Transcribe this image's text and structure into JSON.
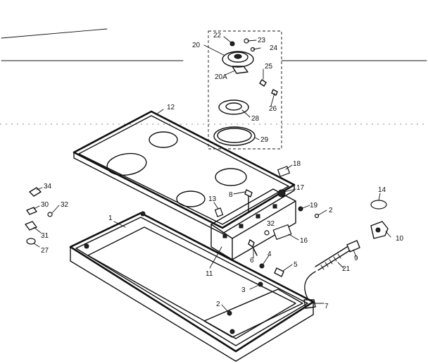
{
  "callouts": [
    {
      "id": "c1",
      "text": "1"
    },
    {
      "id": "c2a",
      "text": "2"
    },
    {
      "id": "c2b",
      "text": "2"
    },
    {
      "id": "c3",
      "text": "3"
    },
    {
      "id": "c4",
      "text": "4"
    },
    {
      "id": "c5",
      "text": "5"
    },
    {
      "id": "c6",
      "text": "6"
    },
    {
      "id": "c7",
      "text": "7"
    },
    {
      "id": "c8",
      "text": "8"
    },
    {
      "id": "c9",
      "text": "9"
    },
    {
      "id": "c10",
      "text": "10"
    },
    {
      "id": "c11",
      "text": "11"
    },
    {
      "id": "c12",
      "text": "12"
    },
    {
      "id": "c13",
      "text": "13"
    },
    {
      "id": "c14",
      "text": "14"
    },
    {
      "id": "c16",
      "text": "16"
    },
    {
      "id": "c17",
      "text": "17"
    },
    {
      "id": "c18",
      "text": "18"
    },
    {
      "id": "c19",
      "text": "19"
    },
    {
      "id": "c20",
      "text": "20"
    },
    {
      "id": "c20a",
      "text": "20A"
    },
    {
      "id": "c21",
      "text": "21"
    },
    {
      "id": "c22",
      "text": "22"
    },
    {
      "id": "c23",
      "text": "23"
    },
    {
      "id": "c24",
      "text": "24"
    },
    {
      "id": "c25",
      "text": "25"
    },
    {
      "id": "c26",
      "text": "26"
    },
    {
      "id": "c27",
      "text": "27"
    },
    {
      "id": "c28",
      "text": "28"
    },
    {
      "id": "c29",
      "text": "29"
    },
    {
      "id": "c30",
      "text": "30"
    },
    {
      "id": "c31",
      "text": "31"
    },
    {
      "id": "c32a",
      "text": "32"
    },
    {
      "id": "c32b",
      "text": "32"
    },
    {
      "id": "c34",
      "text": "34"
    }
  ]
}
